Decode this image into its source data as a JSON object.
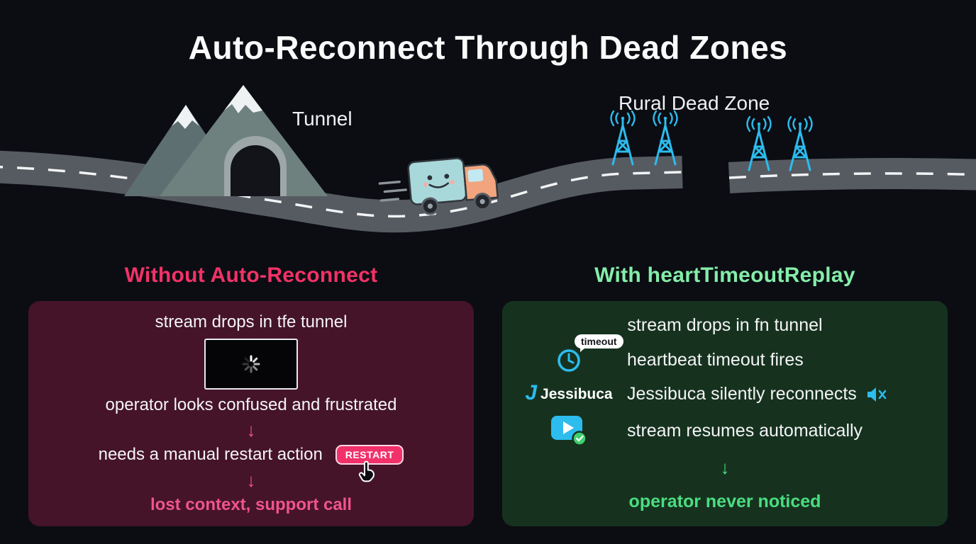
{
  "title": "Auto-Reconnect Through Dead Zones",
  "scene": {
    "tunnel_label": "Tunnel",
    "dead_zone_label": "Rural Dead Zone"
  },
  "panel_without": {
    "heading": "Without Auto-Reconnect",
    "step1": "stream drops in tfe tunnel",
    "step2": "operator looks confused and frustrated",
    "step3": "needs a manual restart action",
    "restart_label": "RESTART",
    "step4": "lost context, support call",
    "arrow": "↓"
  },
  "panel_with": {
    "heading": "With heartTimeoutReplay",
    "step1": "stream drops in fn tunnel",
    "timeout_badge": "timeout",
    "step2": "heartbeat timeout fires",
    "logo_j": "J",
    "logo_text": "Jessibuca",
    "step3": "Jessibuca silently reconnects",
    "step4": "stream resumes automatically",
    "arrow": "↓",
    "step5": "operator never noticed"
  },
  "colors": {
    "background": "#0b0d13",
    "accent_pink": "#f23267",
    "accent_green": "#4ade80",
    "accent_cyan": "#2cbcee",
    "panel_without_bg": "#451429",
    "panel_with_bg": "#16321f"
  }
}
